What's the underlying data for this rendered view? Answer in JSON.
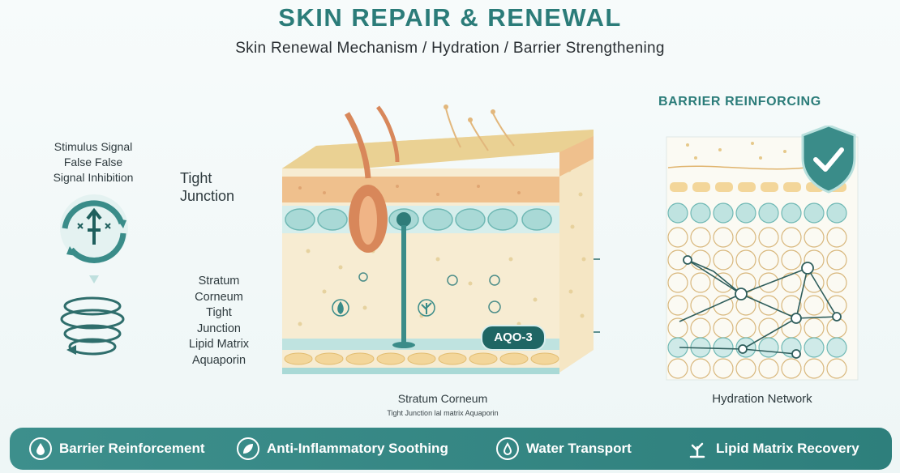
{
  "title": "SKIN REPAIR & RENEWAL",
  "subtitle": "Skin Renewal Mechanism / Hydration / Barrier Strengthening",
  "left_panel": {
    "signal_lines": [
      "Stimulus Signal",
      "False False",
      "Signal Inhibition"
    ],
    "icons": [
      "signal-cycle-icon",
      "arrow-down-icon",
      "spiral-icon"
    ]
  },
  "tight_junction_label": "Tight Junction",
  "layer_labels": [
    "Stratum",
    "Corneum",
    "Tight",
    "Junction",
    "Lipid Matrix",
    "Aquaporin"
  ],
  "center": {
    "badge": "AQO-3",
    "caption": "Stratum Corneum",
    "caption_small": "Tight Junction lal matrix Aquaporin"
  },
  "right_panel": {
    "title": "BARRIER REINFORCING",
    "caption": "Hydration Network",
    "icons": [
      "shield-check-icon"
    ]
  },
  "features": [
    {
      "label": "Barrier Reinforcement",
      "icon": "droplet-icon"
    },
    {
      "label": "Anti-Inflammatory Soothing",
      "icon": "leaf-icon"
    },
    {
      "label": "Water Transport",
      "icon": "water-drop-icon"
    },
    {
      "label": "Lipid Matrix Recovery",
      "icon": "sprout-icon"
    }
  ],
  "colors": {
    "accent": "#2b7c79",
    "footer": "#3a8c89",
    "skin_tan": "#f1dfb6",
    "lipid_peach": "#efc08d",
    "cell_teal": "#a9d9d6",
    "hair_orange": "#d8875a"
  }
}
